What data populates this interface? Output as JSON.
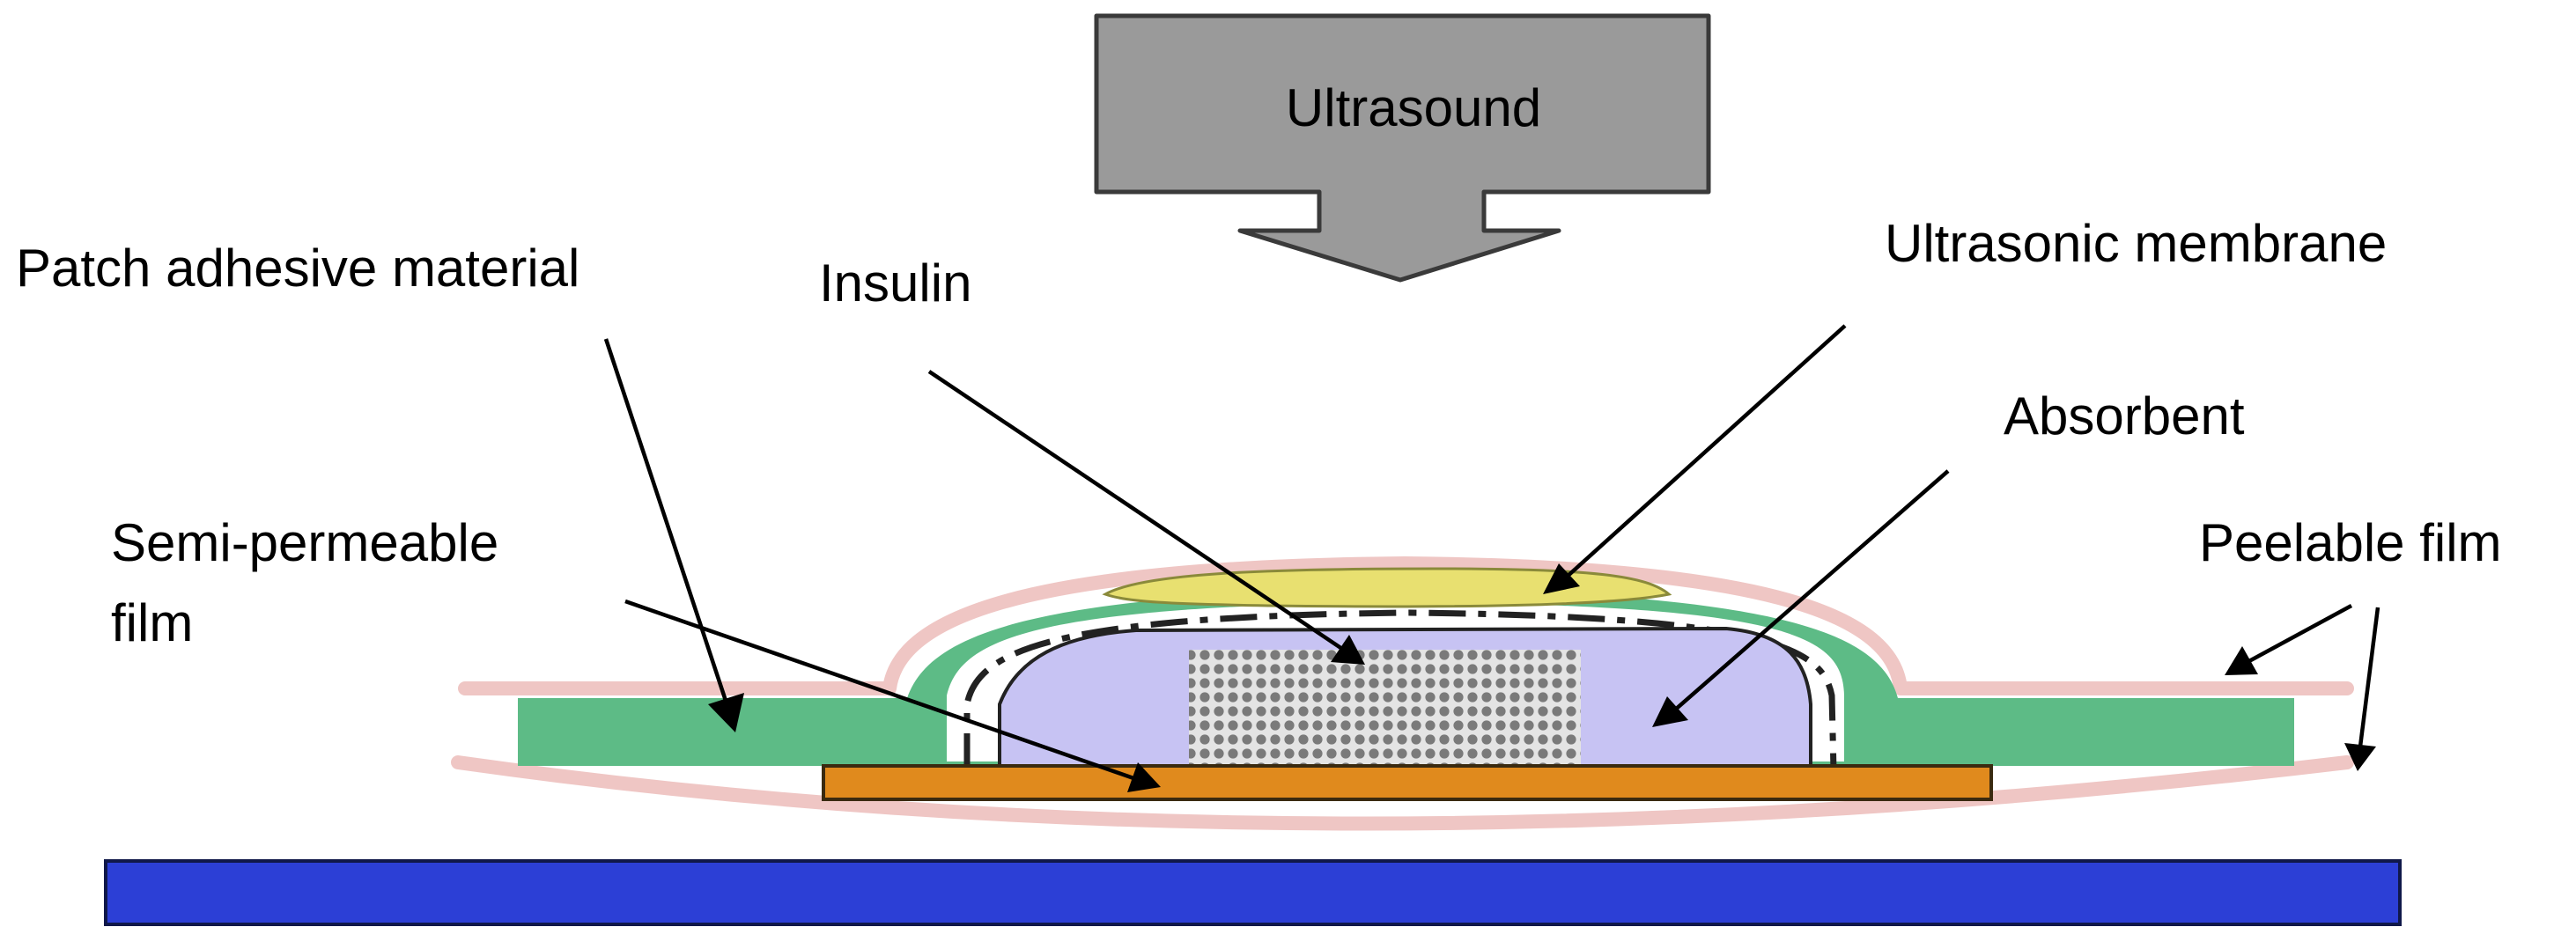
{
  "labels": {
    "ultrasound": "Ultrasound",
    "patch_adhesive": "Patch adhesive material",
    "insulin": "Insulin",
    "ultrasonic_membrane": "Ultrasonic membrane",
    "absorbent": "Absorbent",
    "semi_permeable_line1": "Semi-permeable",
    "semi_permeable_line2": "film",
    "peelable_film": "Peelable film"
  },
  "colors": {
    "ultrasound_arrow": "#9a9a9a",
    "adhesive": "#5dbb86",
    "pink_film": "#efc6c4",
    "membrane": "#e8e070",
    "absorbent": "#c7c3f3",
    "insulin_grid_light": "#e4e4e4",
    "insulin_grid_dark": "#7a7a7a",
    "semi_permeable_film": "#e08a1d",
    "skin": "#2c3fd6",
    "outline": "#222222"
  },
  "icons": {
    "ultrasound": "down-arrow-icon"
  }
}
